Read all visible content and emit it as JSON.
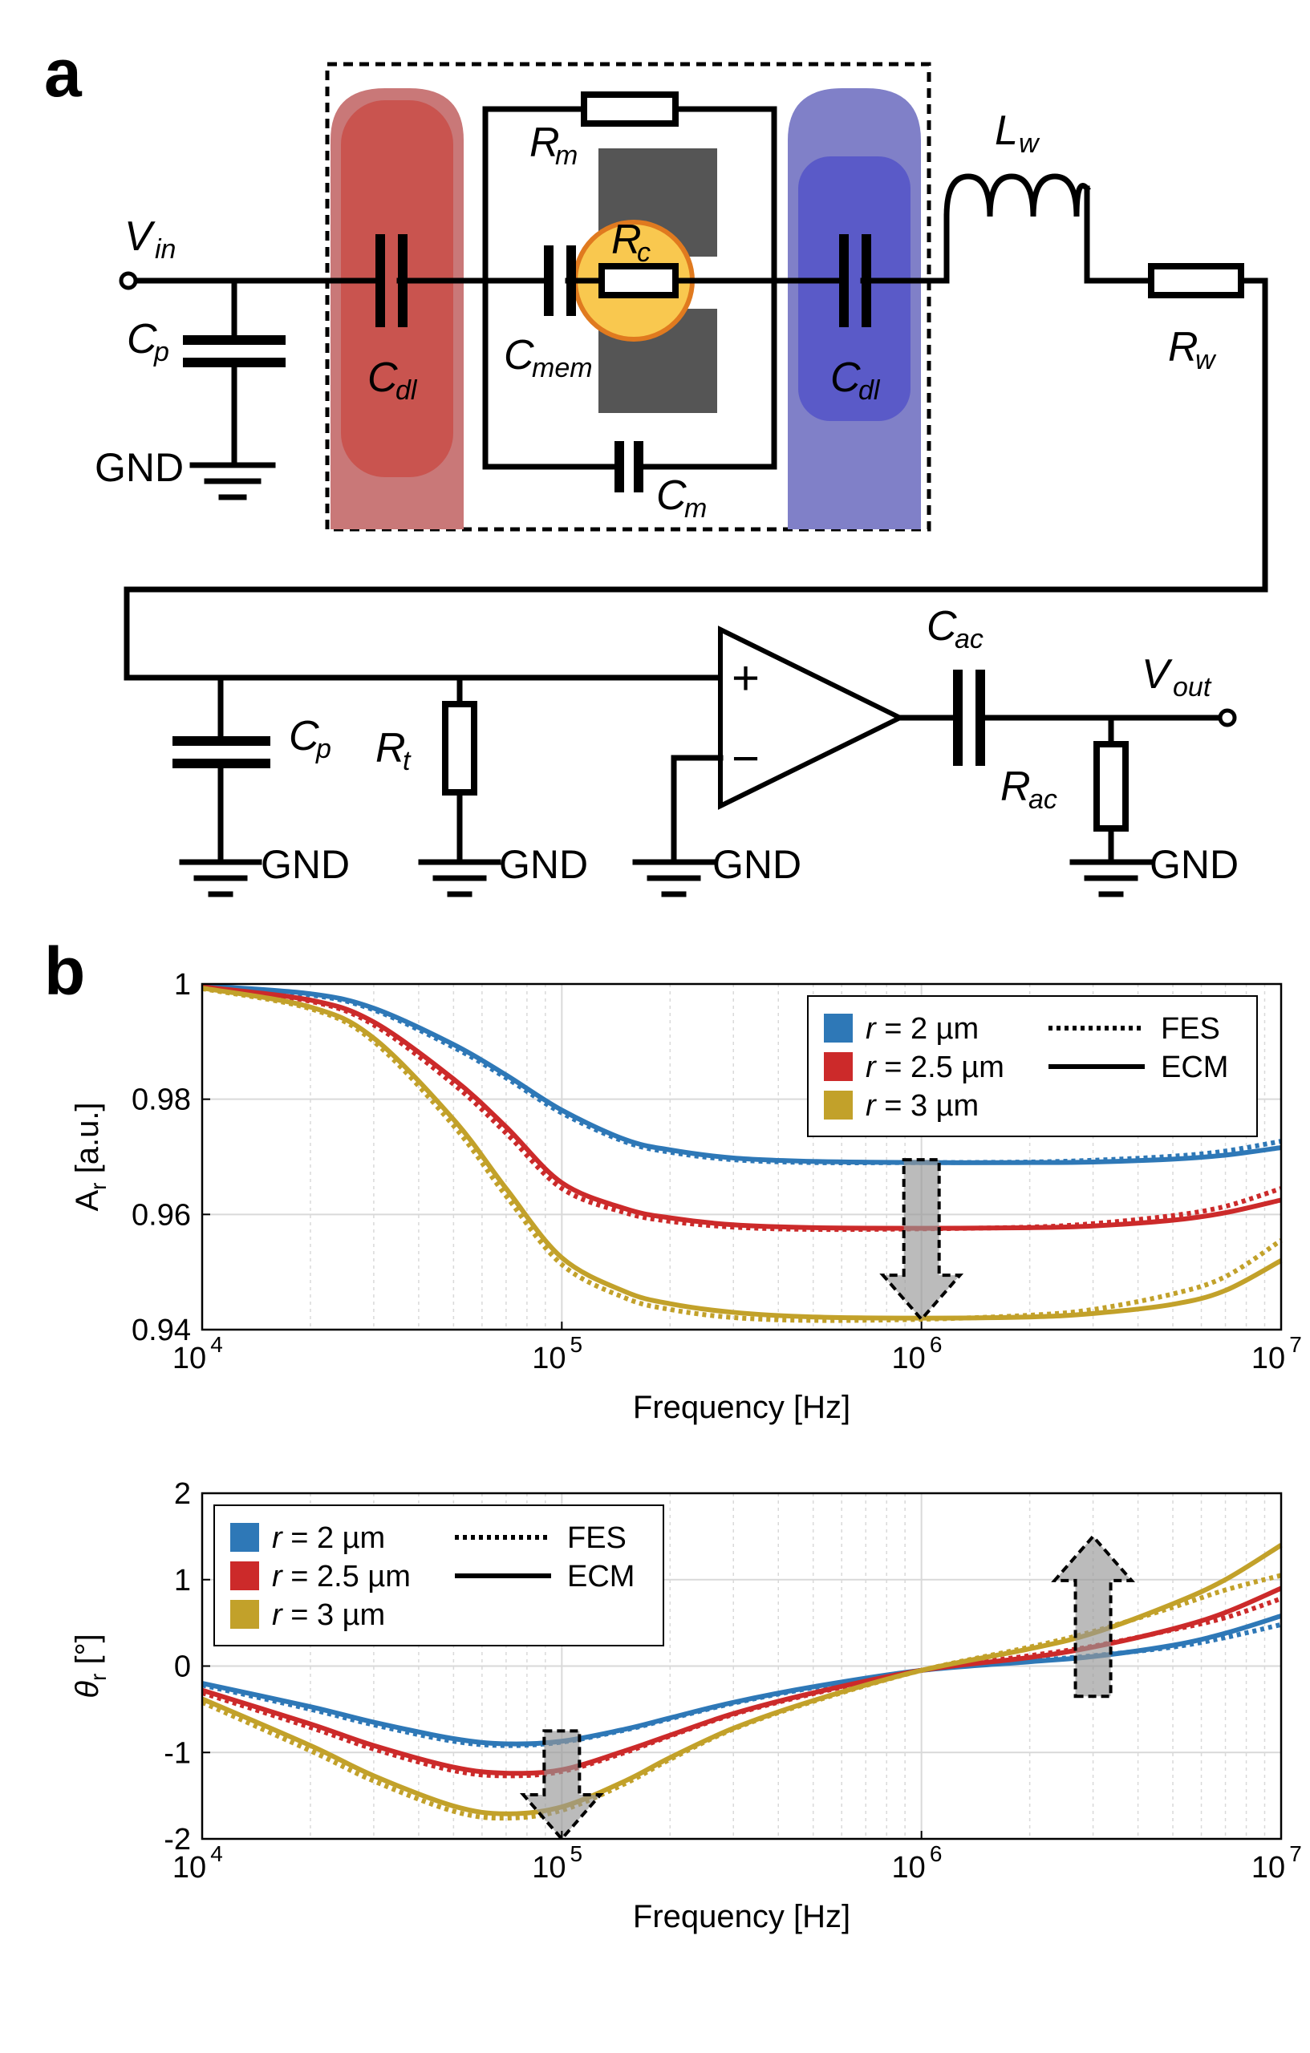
{
  "panel_a": {
    "letter": "a",
    "labels": {
      "vin": "V",
      "vin_sub": "in",
      "cp": "C",
      "cp_sub": "p",
      "gnd": "GND",
      "cdl": "C",
      "cdl_sub": "dl",
      "rm": "R",
      "rm_sub": "m",
      "rc": "R",
      "rc_sub": "c",
      "cmem": "C",
      "cmem_sub": "mem",
      "cm": "C",
      "cm_sub": "m",
      "lw": "L",
      "lw_sub": "w",
      "rw": "R",
      "rw_sub": "w",
      "rt": "R",
      "rt_sub": "t",
      "cac": "C",
      "cac_sub": "ac",
      "vout": "V",
      "vout_sub": "out",
      "rac": "R",
      "rac_sub": "ac",
      "op_plus": "+",
      "op_minus": "−"
    },
    "colors": {
      "left_electrode": "#c9544f",
      "right_electrode": "#5a5ac8",
      "cell": "#f9c84f",
      "cell_border": "#e07a1f",
      "channel": "#555555"
    }
  },
  "panel_b": {
    "letter": "b",
    "legend": {
      "series": [
        "r = 2 µm",
        "r = 2.5 µm",
        "r = 3 µm"
      ],
      "styles": [
        "FES",
        "ECM"
      ]
    },
    "colors": {
      "r2": "#2e78b7",
      "r25": "#cc2a2a",
      "r3": "#c2a12a"
    },
    "x_ticks": [
      "10",
      "10",
      "10",
      "10"
    ],
    "x_tick_exps": [
      "4",
      "5",
      "6",
      "7"
    ],
    "x_label": "Frequency [Hz]"
  },
  "chart_data": [
    {
      "type": "line",
      "ylabel_main": "A",
      "ylabel_sub": "r",
      "ylabel_unit": " [a.u.]",
      "xlabel": "Frequency [Hz]",
      "xscale": "log",
      "xlim": [
        10000,
        10000000
      ],
      "ylim": [
        0.94,
        1.0
      ],
      "yticks": [
        "0.94",
        "0.96",
        "0.98",
        "1"
      ],
      "grid": true,
      "legend_position": "top-right",
      "x": [
        10000,
        20000,
        30000,
        50000,
        70000,
        100000,
        150000,
        200000,
        300000,
        500000,
        1000000,
        2000000,
        3000000,
        5000000,
        7000000,
        10000000
      ],
      "series": [
        {
          "name": "r = 2 µm",
          "style": "ECM",
          "values": [
            0.9997,
            0.9983,
            0.9958,
            0.9895,
            0.9842,
            0.9781,
            0.973,
            0.9712,
            0.9698,
            0.9692,
            0.969,
            0.969,
            0.9691,
            0.9696,
            0.9703,
            0.9716
          ]
        },
        {
          "name": "r = 2 µm",
          "style": "FES",
          "values": [
            0.9996,
            0.9981,
            0.9955,
            0.989,
            0.9837,
            0.9776,
            0.9726,
            0.9708,
            0.9695,
            0.969,
            0.969,
            0.9691,
            0.9694,
            0.9701,
            0.971,
            0.9727
          ]
        },
        {
          "name": "r = 2.5 µm",
          "style": "ECM",
          "values": [
            0.9995,
            0.9972,
            0.9934,
            0.9835,
            0.9752,
            0.9655,
            0.961,
            0.9594,
            0.9582,
            0.9577,
            0.9576,
            0.9577,
            0.958,
            0.959,
            0.9603,
            0.9625
          ]
        },
        {
          "name": "r = 2.5 µm",
          "style": "FES",
          "values": [
            0.9994,
            0.997,
            0.9929,
            0.9826,
            0.9741,
            0.9645,
            0.9603,
            0.9588,
            0.9578,
            0.9574,
            0.9575,
            0.9578,
            0.9584,
            0.9598,
            0.9614,
            0.9645
          ]
        },
        {
          "name": "r = 3 µm",
          "style": "ECM",
          "values": [
            0.9993,
            0.996,
            0.9906,
            0.9765,
            0.9645,
            0.9525,
            0.9466,
            0.9445,
            0.943,
            0.9422,
            0.942,
            0.9422,
            0.9428,
            0.9444,
            0.9468,
            0.952
          ]
        },
        {
          "name": "r = 3 µm",
          "style": "FES",
          "values": [
            0.9992,
            0.9957,
            0.99,
            0.9754,
            0.9632,
            0.9513,
            0.9455,
            0.9435,
            0.9421,
            0.9416,
            0.9418,
            0.9425,
            0.9435,
            0.9462,
            0.9492,
            0.9555
          ]
        }
      ]
    },
    {
      "type": "line",
      "ylabel_main": "θ",
      "ylabel_sub": "r",
      "ylabel_unit": " [°]",
      "xlabel": "Frequency [Hz]",
      "xscale": "log",
      "xlim": [
        10000,
        10000000
      ],
      "ylim": [
        -2,
        2
      ],
      "yticks": [
        "-2",
        "-1",
        "0",
        "1",
        "2"
      ],
      "grid": true,
      "legend_position": "top-left",
      "x": [
        10000,
        20000,
        30000,
        50000,
        70000,
        100000,
        150000,
        200000,
        300000,
        500000,
        1000000,
        2000000,
        3000000,
        5000000,
        7000000,
        10000000
      ],
      "series": [
        {
          "name": "r = 2 µm",
          "style": "ECM",
          "values": [
            -0.2,
            -0.47,
            -0.65,
            -0.84,
            -0.9,
            -0.87,
            -0.73,
            -0.6,
            -0.42,
            -0.24,
            -0.05,
            0.05,
            0.11,
            0.24,
            0.38,
            0.58
          ]
        },
        {
          "name": "r = 2 µm",
          "style": "FES",
          "values": [
            -0.22,
            -0.5,
            -0.68,
            -0.87,
            -0.92,
            -0.88,
            -0.74,
            -0.61,
            -0.43,
            -0.25,
            -0.05,
            0.06,
            0.12,
            0.22,
            0.33,
            0.48
          ]
        },
        {
          "name": "r = 2.5 µm",
          "style": "ECM",
          "values": [
            -0.28,
            -0.67,
            -0.92,
            -1.17,
            -1.24,
            -1.2,
            -0.98,
            -0.8,
            -0.55,
            -0.31,
            -0.05,
            0.1,
            0.22,
            0.43,
            0.62,
            0.9
          ]
        },
        {
          "name": "r = 2.5 µm",
          "style": "FES",
          "values": [
            -0.31,
            -0.71,
            -0.96,
            -1.21,
            -1.27,
            -1.22,
            -1.0,
            -0.81,
            -0.56,
            -0.32,
            -0.05,
            0.12,
            0.23,
            0.42,
            0.56,
            0.78
          ]
        },
        {
          "name": "r = 3 µm",
          "style": "ECM",
          "values": [
            -0.38,
            -0.92,
            -1.27,
            -1.62,
            -1.71,
            -1.63,
            -1.33,
            -1.06,
            -0.72,
            -0.4,
            -0.05,
            0.2,
            0.38,
            0.72,
            1.0,
            1.4
          ]
        },
        {
          "name": "r = 3 µm",
          "style": "FES",
          "values": [
            -0.42,
            -0.98,
            -1.33,
            -1.68,
            -1.76,
            -1.67,
            -1.36,
            -1.08,
            -0.73,
            -0.41,
            -0.05,
            0.22,
            0.4,
            0.68,
            0.88,
            1.05
          ]
        }
      ]
    }
  ]
}
